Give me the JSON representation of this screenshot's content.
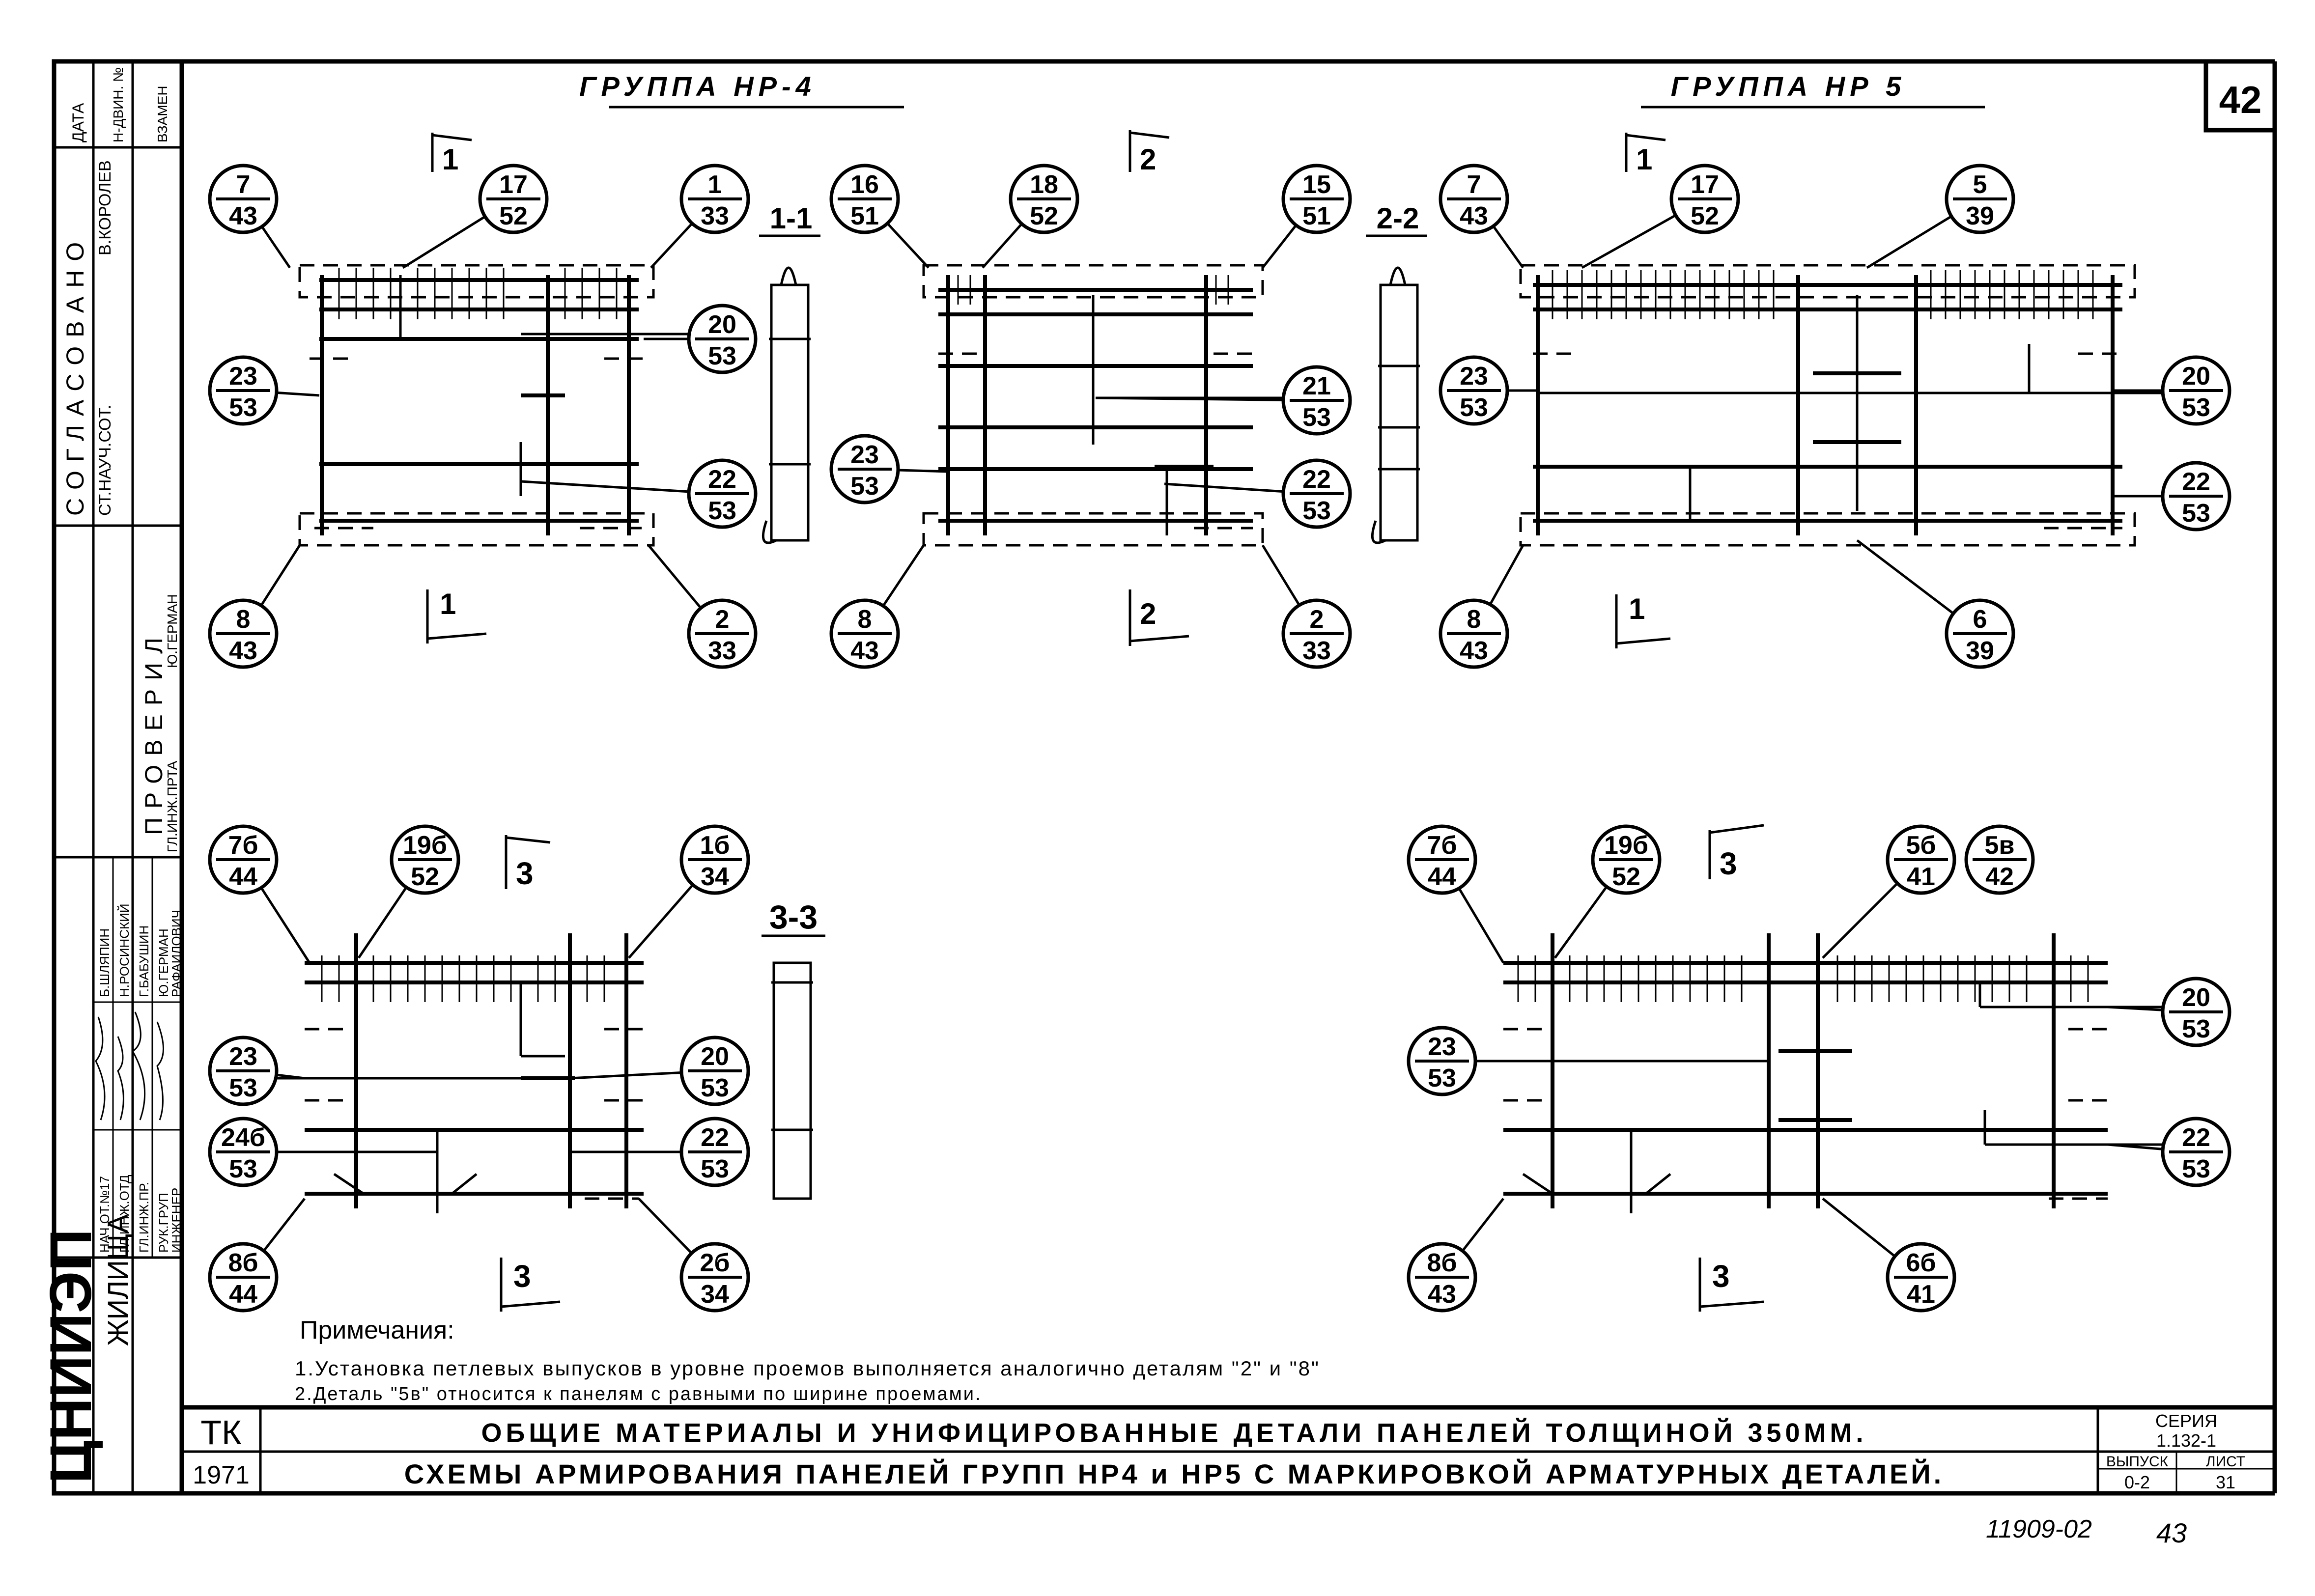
{
  "sheet": {
    "number": "42",
    "drawing_code": "11909-02",
    "page_code": "43"
  },
  "groups": {
    "hr4": "ГРУППА НР-4",
    "hr5": "ГРУППА НР 5"
  },
  "sections": {
    "s11": "1-1",
    "s22": "2-2",
    "s33": "3-3",
    "m1": "1",
    "m2": "2",
    "m3": "3"
  },
  "callouts": {
    "a1": {
      "num": "7",
      "den": "43"
    },
    "a2": {
      "num": "17",
      "den": "52"
    },
    "a3": {
      "num": "1",
      "den": "33"
    },
    "a4": {
      "num": "20",
      "den": "53"
    },
    "a5": {
      "num": "23",
      "den": "53"
    },
    "a6": {
      "num": "22",
      "den": "53"
    },
    "a7": {
      "num": "8",
      "den": "43"
    },
    "a8": {
      "num": "2",
      "den": "33"
    },
    "b1": {
      "num": "16",
      "den": "51"
    },
    "b2": {
      "num": "18",
      "den": "52"
    },
    "b3": {
      "num": "15",
      "den": "51"
    },
    "b4": {
      "num": "21",
      "den": "53"
    },
    "b5": {
      "num": "23",
      "den": "53"
    },
    "b6": {
      "num": "22",
      "den": "53"
    },
    "b7": {
      "num": "8",
      "den": "43"
    },
    "b8": {
      "num": "2",
      "den": "33"
    },
    "c1": {
      "num": "7",
      "den": "43"
    },
    "c2": {
      "num": "17",
      "den": "52"
    },
    "c3": {
      "num": "5",
      "den": "39"
    },
    "c4": {
      "num": "20",
      "den": "53"
    },
    "c5": {
      "num": "23",
      "den": "53"
    },
    "c6": {
      "num": "22",
      "den": "53"
    },
    "c7": {
      "num": "8",
      "den": "43"
    },
    "c8": {
      "num": "6",
      "den": "39"
    },
    "d1": {
      "num": "7б",
      "den": "44"
    },
    "d2": {
      "num": "19б",
      "den": "52"
    },
    "d3": {
      "num": "1б",
      "den": "34"
    },
    "d4": {
      "num": "23",
      "den": "53"
    },
    "d5": {
      "num": "20",
      "den": "53"
    },
    "d6": {
      "num": "24б",
      "den": "53"
    },
    "d7": {
      "num": "22",
      "den": "53"
    },
    "d8": {
      "num": "8б",
      "den": "44"
    },
    "d9": {
      "num": "2б",
      "den": "34"
    },
    "e1": {
      "num": "7б",
      "den": "44"
    },
    "e2": {
      "num": "19б",
      "den": "52"
    },
    "e3": {
      "num": "5б",
      "den": "41"
    },
    "e4": {
      "num": "5в",
      "den": "42"
    },
    "e5": {
      "num": "20",
      "den": "53"
    },
    "e6": {
      "num": "23",
      "den": "53"
    },
    "e7": {
      "num": "22",
      "den": "53"
    },
    "e8": {
      "num": "8б",
      "den": "43"
    },
    "e9": {
      "num": "6б",
      "den": "41"
    }
  },
  "notes": {
    "title": "Примечания:",
    "n1": "1.Установка петлевых выпусков в уровне проемов выполняется аналогично деталям \"2\" и \"8\"",
    "n2": "2.Деталь \"5в\" относится к панелям с равными по ширине проемами."
  },
  "title_block": {
    "tk": "ТК",
    "year": "1971",
    "line1": "ОБЩИЕ МАТЕРИАЛЫ И УНИФИЦИРОВАННЫЕ ДЕТАЛИ ПАНЕЛЕЙ ТОЛЩИНОЙ 350ММ.",
    "line2": "СХЕМЫ АРМИРОВАНИЯ ПАНЕЛЕЙ ГРУПП НР4 и НР5 С МАРКИРОВКОЙ АРМАТУРНЫХ ДЕТАЛЕЙ.",
    "series_label": "СЕРИЯ",
    "series_value": "1.132-1",
    "issue_label": "ВЫПУСК",
    "issue_value": "0-2",
    "sheet_label": "ЛИСТ",
    "sheet_value": "31"
  },
  "side_stamp": {
    "org": "ЦНИИЭП",
    "org2": "ЖИЛИЩА",
    "approved": "СОГЛАСОВАНО",
    "checked": "ПРОВЕРИЛ",
    "date": "ДАТА",
    "inv": "Н-ДВИН. №",
    "replace": "ВЗАМЕН",
    "roles": [
      "НАЧ.ОТ.№17",
      "ГЛ.ИНЖ.ОТД",
      "ГЛ.ИНЖ.ПР.",
      "РУК.ГРУП",
      "ИНЖЕНЕР"
    ],
    "names": [
      "Б.ШЛЯПИН",
      "Н.РОСИНСКИЙ",
      "Г.БАБУШИН",
      "Ю.ГЕРМАН",
      "РАФАИЛОВИЧ"
    ],
    "approver_role": "СТ.НАУЧ.СОТ.",
    "approver_name": "В.КОРОЛЕВ",
    "checker_role": "ГЛ.ИНЖ.ПРТА",
    "checker_name": "Ю.ГЕРМАН"
  }
}
